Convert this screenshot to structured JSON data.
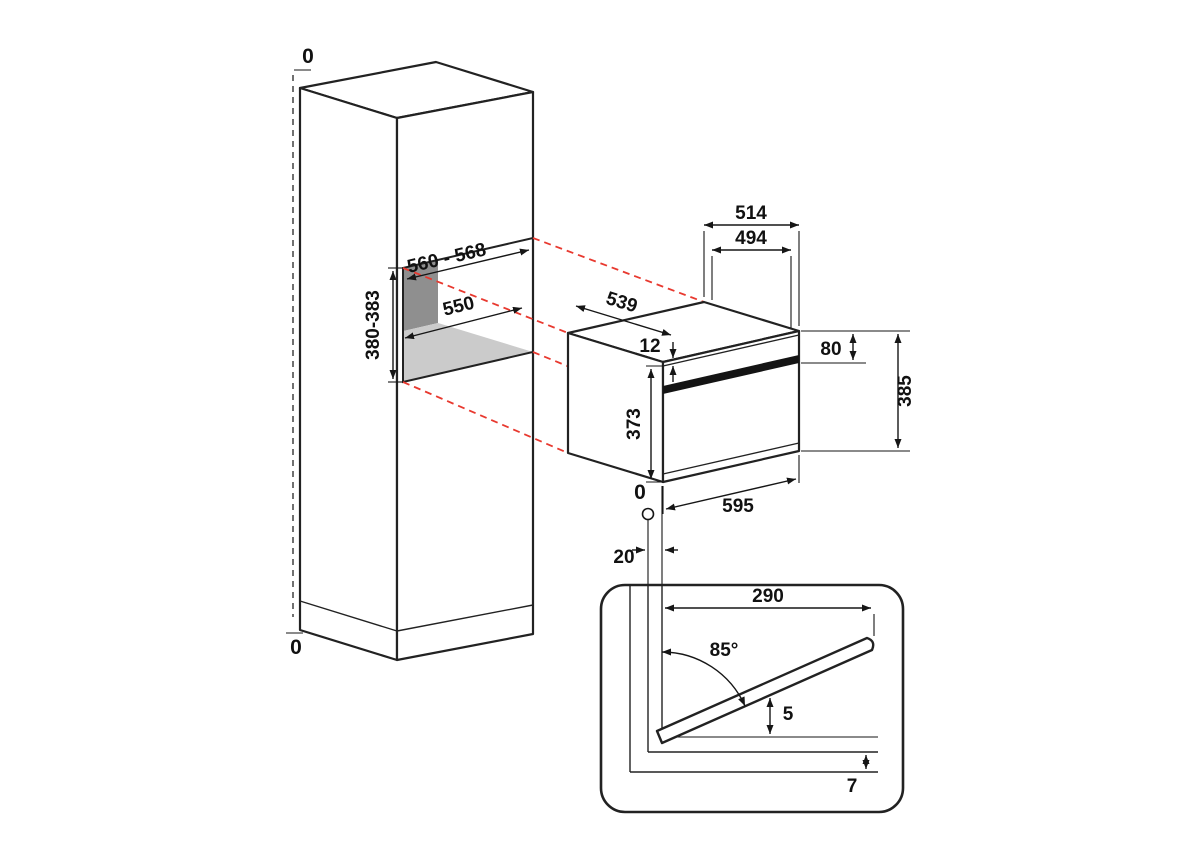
{
  "diagram": {
    "cabinet": {
      "clearance_top": "0",
      "clearance_bottom": "0",
      "niche_width": "560 - 568",
      "niche_depth": "550",
      "niche_height": "380-383"
    },
    "appliance": {
      "depth_overall": "514",
      "depth_body": "494",
      "side_depth": "539",
      "top_trim": "12",
      "front_height": "373",
      "control_panel_height": "80",
      "overall_height": "385",
      "width": "595",
      "front_reference": "0",
      "front_offset": "20"
    },
    "door_detail": {
      "open_depth": "290",
      "open_angle": "85°",
      "gap_above": "5",
      "gap_below": "7"
    }
  },
  "colors": {
    "line": "#1a1a1a",
    "projection": "#e8392f",
    "niche_back": "#8f8f8f",
    "niche_wall": "#b3b3b3",
    "niche_floor": "#cbcbcb"
  }
}
